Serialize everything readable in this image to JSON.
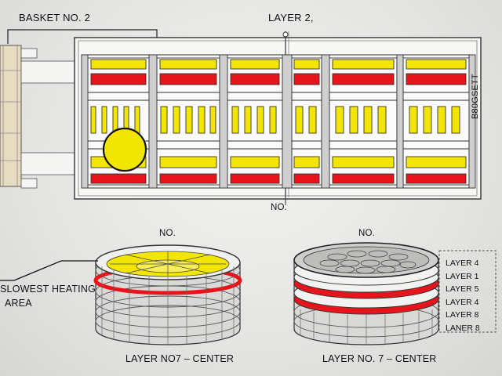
{
  "top": {
    "basket_label": "BASKET NO. 2",
    "layer_label": "LAYER 2,",
    "side_label": "B80GSETT",
    "bottom_label": "NO."
  },
  "left_basket": {
    "no_label": "NO.",
    "callout": [
      "SLOWEST HEATING",
      "AREA"
    ],
    "caption": "LAYER NO7 – CENTER"
  },
  "right_basket": {
    "no_label": "NO.",
    "layers": [
      "LAYER 4",
      "LAYER 1",
      "LAYER 5",
      "LAYER 4",
      "LAYER 8",
      "LANER 8"
    ],
    "caption": "LAYER NO. 7 – CENTER"
  },
  "colors": {
    "yellow": "#f2e600",
    "red": "#e8141c",
    "wire": "#3a3a3a",
    "frame": "#f7f7f5",
    "bracket": "#e7dcc2"
  }
}
